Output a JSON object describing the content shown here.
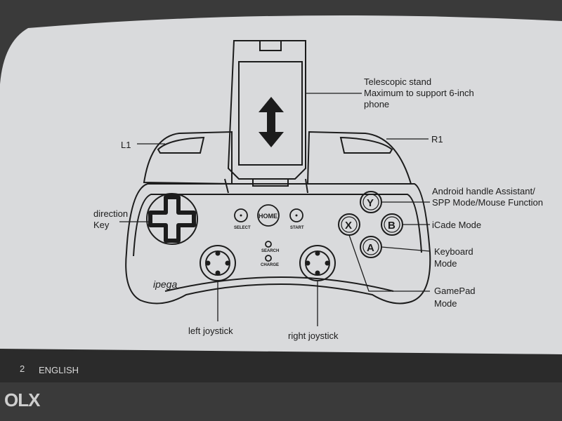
{
  "labels": {
    "telescopic_line1": "Telescopic stand",
    "telescopic_line2": "Maximum to support 6-inch",
    "telescopic_line3": "phone",
    "l1": "L1",
    "r1": "R1",
    "direction_line1": "direction",
    "direction_line2": "Key",
    "android_line1": "Android handle Assistant/",
    "android_line2": "SPP Mode/Mouse Function",
    "icade": "iCade Mode",
    "keyboard_line1": "Keyboard",
    "keyboard_line2": "Mode",
    "gamepad_line1": "GamePad",
    "gamepad_line2": "Mode",
    "left_joystick": "left joystick",
    "right_joystick": "right joystick"
  },
  "buttons": {
    "home": "HOME",
    "select": "SELECT",
    "start": "START",
    "search": "SEARCH",
    "charge": "CHARGE",
    "y": "Y",
    "x": "X",
    "b": "B",
    "a": "A"
  },
  "brand": "ipega",
  "footer": {
    "page_number": "2",
    "language": "ENGLISH"
  },
  "watermark": "OLX",
  "colors": {
    "paper": "#d9dadc",
    "ink": "#1c1c1c",
    "footer_band": "#2b2b2b",
    "background": "#3a3a3a"
  }
}
